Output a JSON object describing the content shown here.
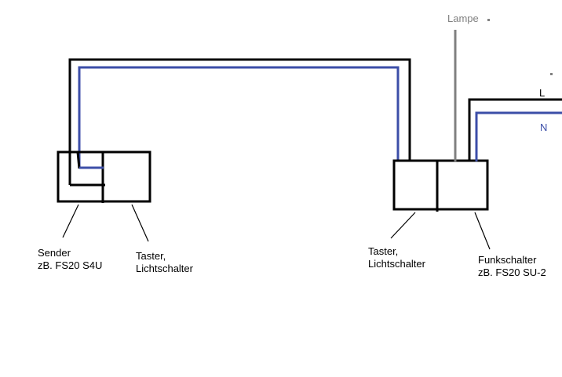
{
  "labels": {
    "lampe": "Lampe",
    "l": "L",
    "n": "N",
    "sender_line1": "Sender",
    "sender_line2": "zB. FS20 S4U",
    "taster_left_line1": "Taster,",
    "taster_left_line2": "Lichtschalter",
    "taster_right_line1": "Taster,",
    "taster_right_line2": "Lichtschalter",
    "funk_line1": "Funkschalter",
    "funk_line2": "zB. FS20 SU-2"
  },
  "colors": {
    "black_wire": "#000000",
    "blue_wire": "#3c4ea8",
    "grey_wire": "#808080"
  }
}
